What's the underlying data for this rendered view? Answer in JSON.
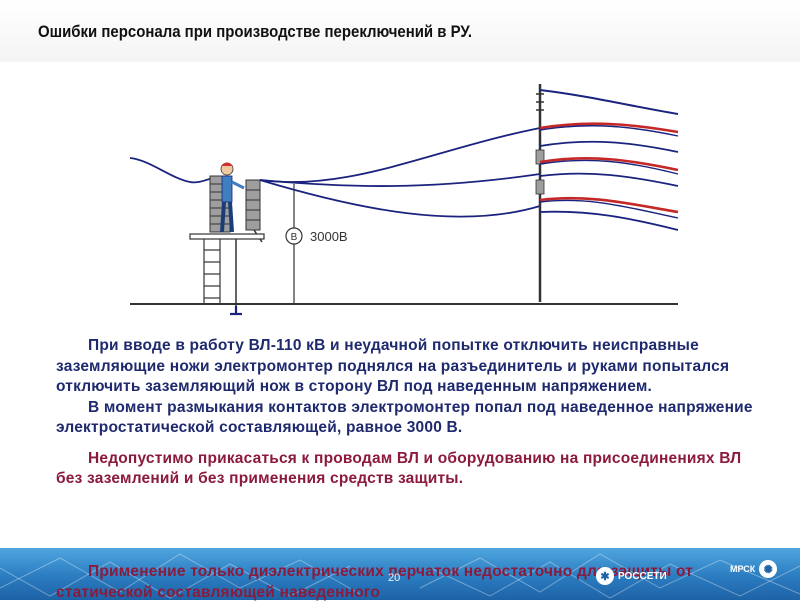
{
  "slide": {
    "title": "Ошибки персонала при производстве переключений в РУ."
  },
  "figure": {
    "voltmeter_symbol": "В",
    "voltage_label": "3000В"
  },
  "body": {
    "para1": "При вводе в работу ВЛ-110 кВ и неудачной попытке отключить неисправные заземляющие ножи электромонтер поднялся на разъединитель и руками попытался отключить заземляющий нож в сторону ВЛ под наведенным напряжением.",
    "para2": "В момент размыкания контактов электромонтер попал под наведенное напряжение электростатической составляющей, равное 3000 В.",
    "warning1": "Недопустимо прикасаться к проводам ВЛ и оборудованию на присоединениях ВЛ без заземлений и без применения средств защиты.",
    "warning2": "Применение только диэлектрических перчаток недостаточно для защиты от статической составляющей наведенного"
  },
  "footer": {
    "page_number": "20",
    "logo1_text": "РОССЕТИ",
    "logo2_text": "МРСК"
  },
  "colors": {
    "text_blue": "#1f2a6e",
    "text_red": "#8b1a3c",
    "wire_blue": "#1a237e",
    "wire_red": "#c62828",
    "footer_blue": "#2b7cc0"
  }
}
